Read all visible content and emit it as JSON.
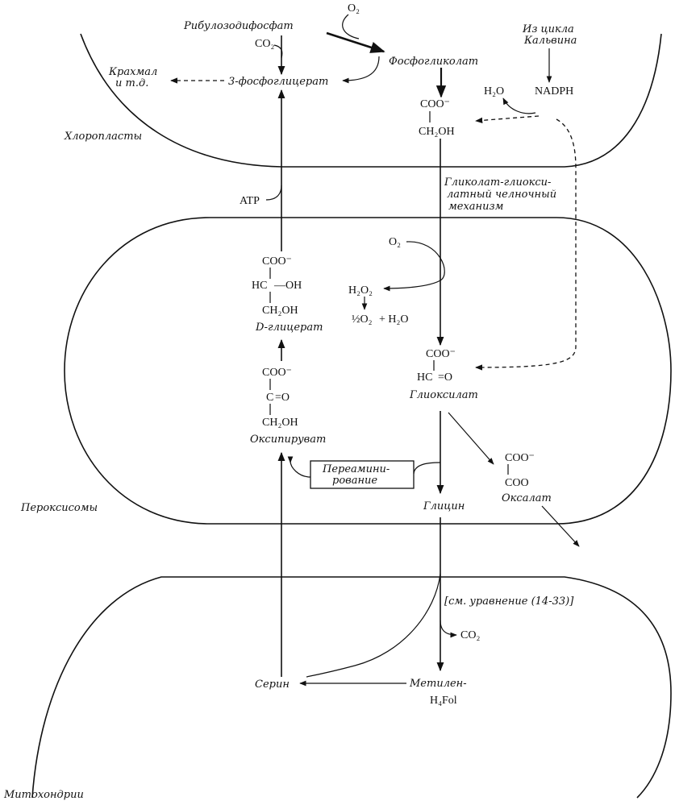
{
  "compartments": {
    "chloroplasts": "Хлоропласты",
    "peroxisomes": "Пероксисомы",
    "mitochondria": "Митохондрии"
  },
  "chloroplast": {
    "ribulose": "Рибулозодифосфат",
    "co2": "CO₂",
    "o2": "O₂",
    "phosphoglycolate": "Фосфогликолат",
    "calvin_line1": "Из цикла",
    "calvin_line2": "Кальвина",
    "starch_line1": "Крахмал",
    "starch_line2": "и т.д.",
    "pga": "3-фосфоглицерат",
    "h2o": "H₂O",
    "nadph": "NADPH",
    "glycolate_coo": "COO⁻",
    "glycolate_ch2oh": "CH₂OH",
    "atp": "ATP"
  },
  "shuttle": {
    "line1": "Гликолат-глиокси-",
    "line2": "латный челночный",
    "line3": "механизм"
  },
  "peroxisome": {
    "glycerate_coo": "COO⁻",
    "glycerate_hc": "HC",
    "glycerate_oh": "—OH",
    "glycerate_ch2oh": "CH₂OH",
    "glycerate_name": "D-глицерат",
    "o2": "O₂",
    "h2o2": "H₂O₂",
    "half_o2": "½O₂",
    "plus_h2o": "+ H₂O",
    "glyoxylate_coo": "COO⁻",
    "glyoxylate_hc": "HC",
    "glyoxylate_eq": "=O",
    "glyoxylate_name": "Глиоксилат",
    "hydroxypyr_coo": "COO⁻",
    "hydroxypyr_c": "C",
    "hydroxypyr_eq": "=O",
    "hydroxypyr_ch2oh": "CH₂OH",
    "hydroxypyr_name": "Оксипируват",
    "transamination_line1": "Переамини-",
    "transamination_line2": "рование",
    "oxalate_coo1": "COO⁻",
    "oxalate_coo2": "COO",
    "oxalate_name": "Оксалат",
    "glycine": "Глицин"
  },
  "mitochondrion": {
    "equation_ref": "[см. уравнение (14-33)]",
    "co2": "CO₂",
    "serine": "Серин",
    "methylene_line1": "Метилен-",
    "methylene_line2": "H₄Fol"
  }
}
